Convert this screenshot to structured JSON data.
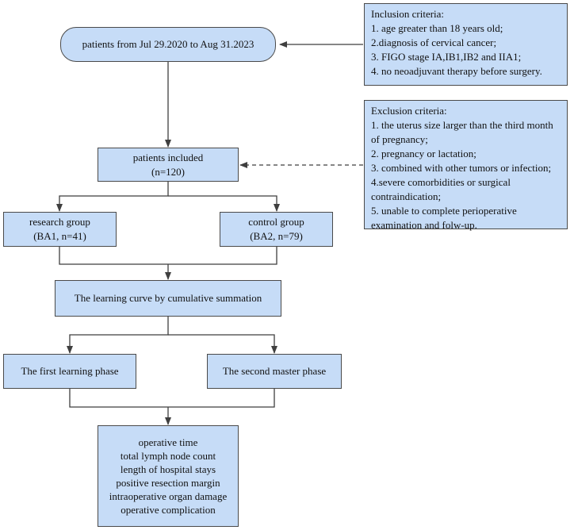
{
  "colors": {
    "box_fill": "#c6dcf7",
    "box_stroke": "#4a4a4a",
    "line": "#3f3f3f"
  },
  "start": {
    "label": "patients from Jul 29.2020 to Aug 31.2023"
  },
  "inclusion": {
    "title": "Inclusion criteria:",
    "items": [
      "1. age greater than 18 years old;",
      "2.diagnosis of cervical cancer;",
      "3. FIGO stage IA,IB1,IB2 and IIA1;",
      "4. no neoadjuvant therapy before surgery."
    ]
  },
  "exclusion": {
    "title": "Exclusion criteria:",
    "items": [
      "1. the uterus size larger than the third month",
      "of pregnancy;",
      "2. pregnancy or lactation;",
      "3. combined with other tumors or infection;",
      "4.severe comorbidities or surgical",
      "contraindication;",
      "5. unable to complete perioperative",
      "examination and folw-up."
    ]
  },
  "included": {
    "line1": "patients included",
    "line2": "(n=120)"
  },
  "research": {
    "line1": "research group",
    "line2": "(BA1, n=41)"
  },
  "control": {
    "line1": "control group",
    "line2": "(BA2, n=79)"
  },
  "learning_curve": {
    "label": "The learning curve by cumulative summation"
  },
  "first_phase": {
    "label": "The first learning phase"
  },
  "second_phase": {
    "label": "The second master phase"
  },
  "outcomes": {
    "items": [
      "operative time",
      "total lymph node count",
      "length of hospital stays",
      "positive resection margin",
      "intraoperative organ damage",
      "operative complication"
    ]
  }
}
